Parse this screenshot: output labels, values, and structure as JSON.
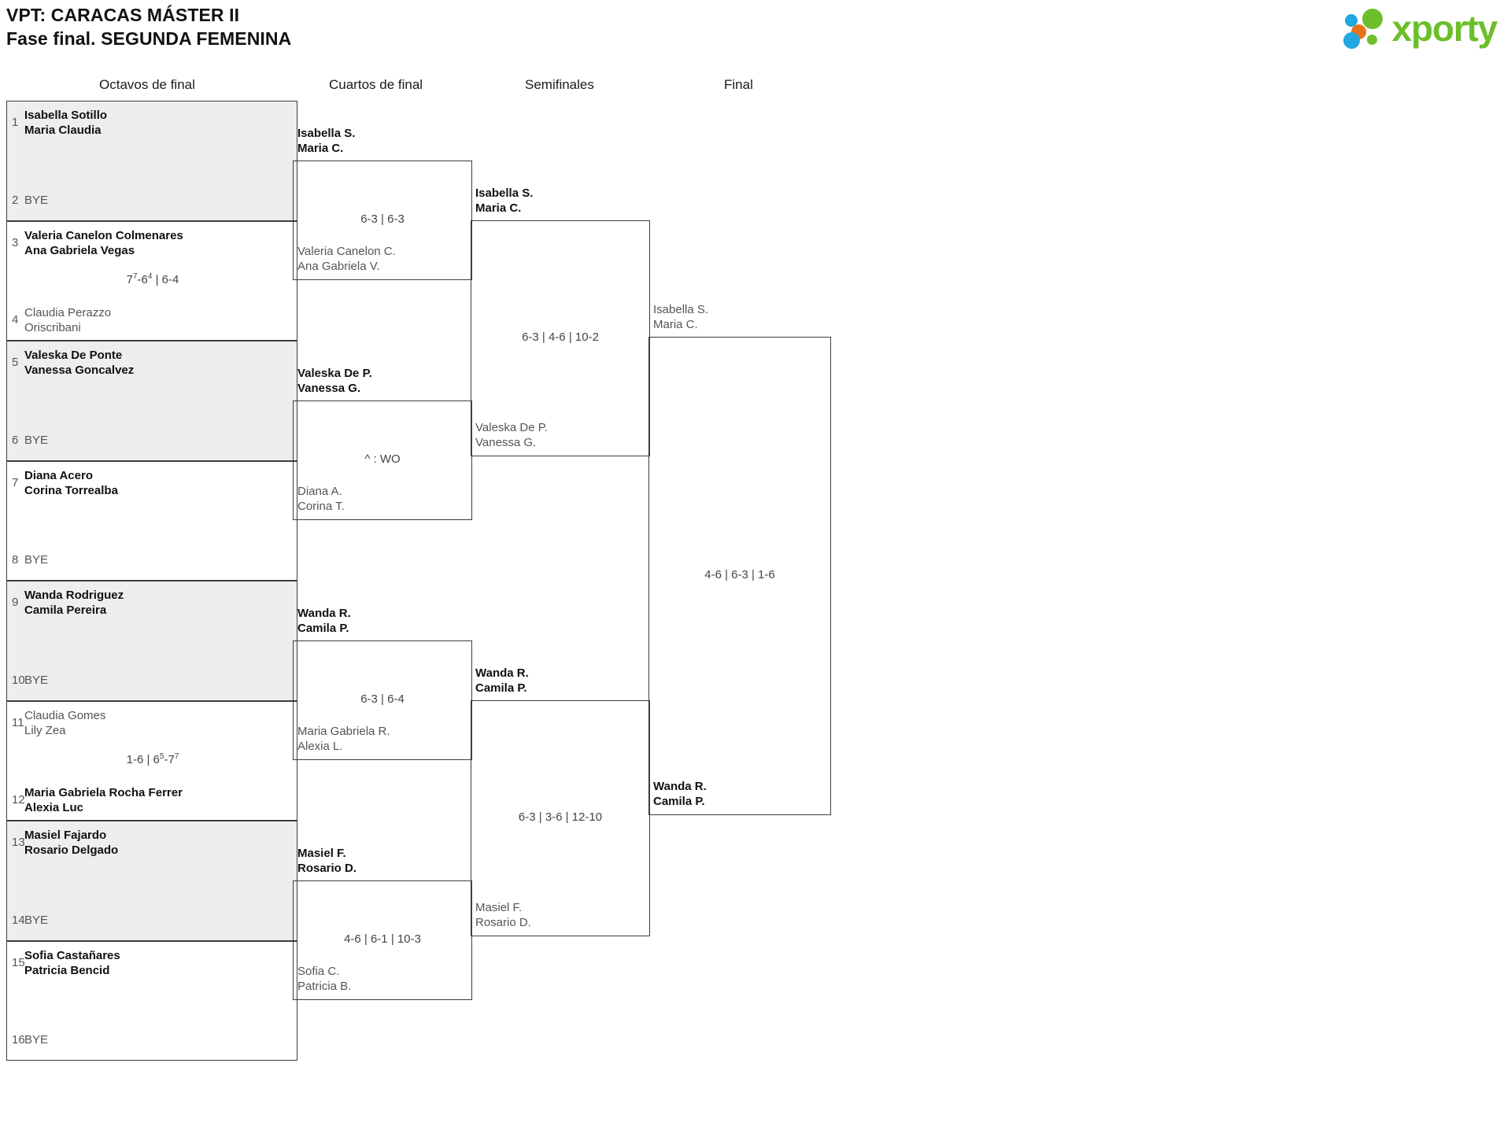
{
  "header": {
    "title_line1": "VPT: CARACAS MÁSTER II",
    "title_line2": "Fase final. SEGUNDA FEMENINA",
    "logo_word": "xporty"
  },
  "rounds": [
    {
      "label": "Octavos de final"
    },
    {
      "label": "Cuartos de final"
    },
    {
      "label": "Semifinales"
    },
    {
      "label": "Final"
    }
  ],
  "bye_label": "BYE",
  "r16": {
    "pairs": [
      {
        "top": {
          "seed": "1",
          "line1": "Isabella Sotillo",
          "line2": "Maria Claudia",
          "result": "win"
        },
        "bottom": {
          "seed": "2",
          "bye": true
        },
        "score": null,
        "shaded": true
      },
      {
        "top": {
          "seed": "3",
          "line1": "Valeria Canelon Colmenares",
          "line2": "Ana Gabriela Vegas",
          "result": "win"
        },
        "bottom": {
          "seed": "4",
          "line1": "Claudia Perazzo",
          "line2": "Oriscribani",
          "result": "lose"
        },
        "score": {
          "parts": [
            {
              "t": "7"
            },
            {
              "t": "7",
              "sup": true
            },
            {
              "t": "-6"
            },
            {
              "t": "4",
              "sup": true
            },
            {
              "t": " | 6-4"
            }
          ],
          "plain": "7⁷-6⁴ | 6-4"
        },
        "shaded": false
      },
      {
        "top": {
          "seed": "5",
          "line1": "Valeska De Ponte",
          "line2": "Vanessa Goncalvez",
          "result": "win"
        },
        "bottom": {
          "seed": "6",
          "bye": true
        },
        "score": null,
        "shaded": true
      },
      {
        "top": {
          "seed": "7",
          "line1": "Diana Acero",
          "line2": "Corina Torrealba",
          "result": "win"
        },
        "bottom": {
          "seed": "8",
          "bye": true
        },
        "score": null,
        "shaded": false
      },
      {
        "top": {
          "seed": "9",
          "line1": "Wanda Rodriguez",
          "line2": "Camila Pereira",
          "result": "win"
        },
        "bottom": {
          "seed": "10",
          "bye": true
        },
        "score": null,
        "shaded": true
      },
      {
        "top": {
          "seed": "11",
          "line1": "Claudia Gomes",
          "line2": "Lily Zea",
          "result": "lose"
        },
        "bottom": {
          "seed": "12",
          "line1": "Maria Gabriela Rocha Ferrer",
          "line2": "Alexia Luc",
          "result": "win"
        },
        "score": {
          "parts": [
            {
              "t": "1-6 | 6"
            },
            {
              "t": "5",
              "sup": true
            },
            {
              "t": "-7"
            },
            {
              "t": "7",
              "sup": true
            }
          ],
          "plain": "1-6 | 6⁵-7⁷"
        },
        "shaded": false
      },
      {
        "top": {
          "seed": "13",
          "line1": "Masiel Fajardo",
          "line2": "Rosario Delgado",
          "result": "win"
        },
        "bottom": {
          "seed": "14",
          "bye": true
        },
        "score": null,
        "shaded": true
      },
      {
        "top": {
          "seed": "15",
          "line1": "Sofia Castañares",
          "line2": "Patricia Bencid",
          "result": "win"
        },
        "bottom": {
          "seed": "16",
          "bye": true
        },
        "score": null,
        "shaded": false
      }
    ]
  },
  "quarterfinals": [
    {
      "top": {
        "line1": "Isabella S.",
        "line2": "Maria C.",
        "result": "win"
      },
      "bottom": {
        "line1": "Valeria Canelon C.",
        "line2": "Ana Gabriela V.",
        "result": "lose"
      },
      "score": "6-3 | 6-3"
    },
    {
      "top": {
        "line1": "Valeska De P.",
        "line2": "Vanessa G.",
        "result": "win"
      },
      "bottom": {
        "line1": "Diana A.",
        "line2": "Corina T.",
        "result": "lose"
      },
      "score": "^ : WO"
    },
    {
      "top": {
        "line1": "Wanda R.",
        "line2": "Camila P.",
        "result": "win"
      },
      "bottom": {
        "line1": "Maria Gabriela R.",
        "line2": "Alexia L.",
        "result": "lose"
      },
      "score": "6-3 | 6-4"
    },
    {
      "top": {
        "line1": "Masiel F.",
        "line2": "Rosario D.",
        "result": "win"
      },
      "bottom": {
        "line1": "Sofia C.",
        "line2": "Patricia B.",
        "result": "lose"
      },
      "score": "4-6 | 6-1 | 10-3"
    }
  ],
  "semifinals": [
    {
      "top": {
        "line1": "Isabella S.",
        "line2": "Maria C.",
        "result": "win"
      },
      "bottom": {
        "line1": "Valeska De P.",
        "line2": "Vanessa G.",
        "result": "lose"
      },
      "score": "6-3 | 4-6 | 10-2"
    },
    {
      "top": {
        "line1": "Wanda R.",
        "line2": "Camila P.",
        "result": "win"
      },
      "bottom": {
        "line1": "Masiel F.",
        "line2": "Rosario D.",
        "result": "lose"
      },
      "score": "6-3 | 3-6 | 12-10"
    }
  ],
  "final": {
    "top": {
      "line1": "Isabella S.",
      "line2": "Maria C.",
      "result": "lose"
    },
    "bottom": {
      "line1": "Wanda R.",
      "line2": "Camila P.",
      "result": "win"
    },
    "score": "4-6 | 6-3 | 1-6"
  },
  "colors": {
    "shaded_row": "#eeeeee",
    "border": "#3d3d3d",
    "winner_text": "#111111",
    "loser_text": "#555555",
    "logo_green": "#6cbe2a",
    "logo_blue": "#22a7e0",
    "logo_orange": "#e8731a"
  }
}
